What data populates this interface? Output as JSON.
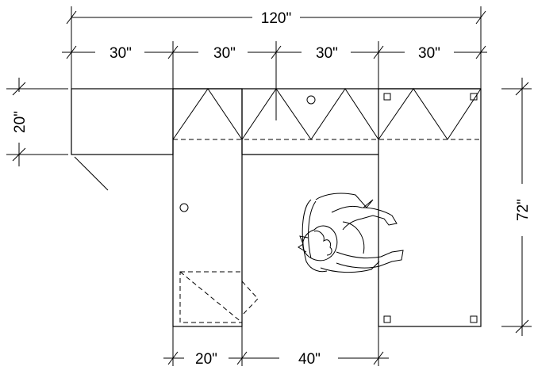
{
  "dimensions": {
    "overall_width": "120\"",
    "module_widths": [
      "30\"",
      "30\"",
      "30\"",
      "30\""
    ],
    "upper_depth": "20\"",
    "overall_depth": "72\"",
    "bottom_left": "20\"",
    "bottom_right": "40\""
  }
}
